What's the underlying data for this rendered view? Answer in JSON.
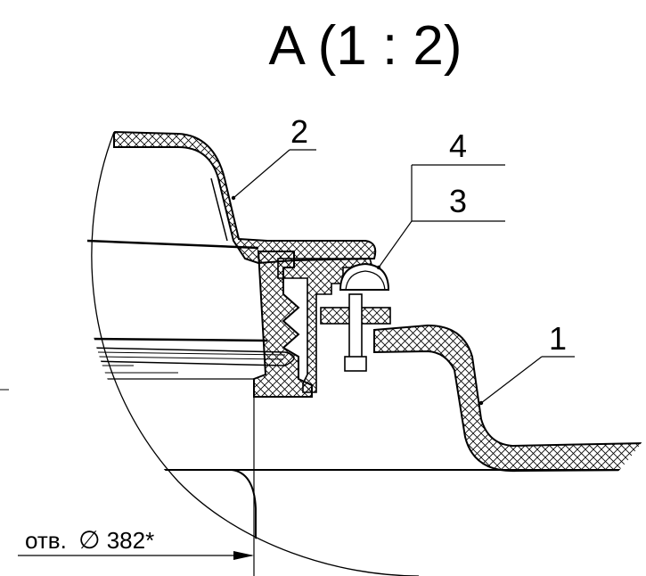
{
  "view_title": "A  (1 : 2)",
  "callouts": {
    "item_1": "1",
    "item_2": "2",
    "item_3": "3",
    "item_4": "4"
  },
  "dimension": {
    "prefix": "отв.",
    "diameter_symbol": "∅",
    "value": "382*"
  },
  "colors": {
    "line": "#000000",
    "background": "#ffffff"
  }
}
